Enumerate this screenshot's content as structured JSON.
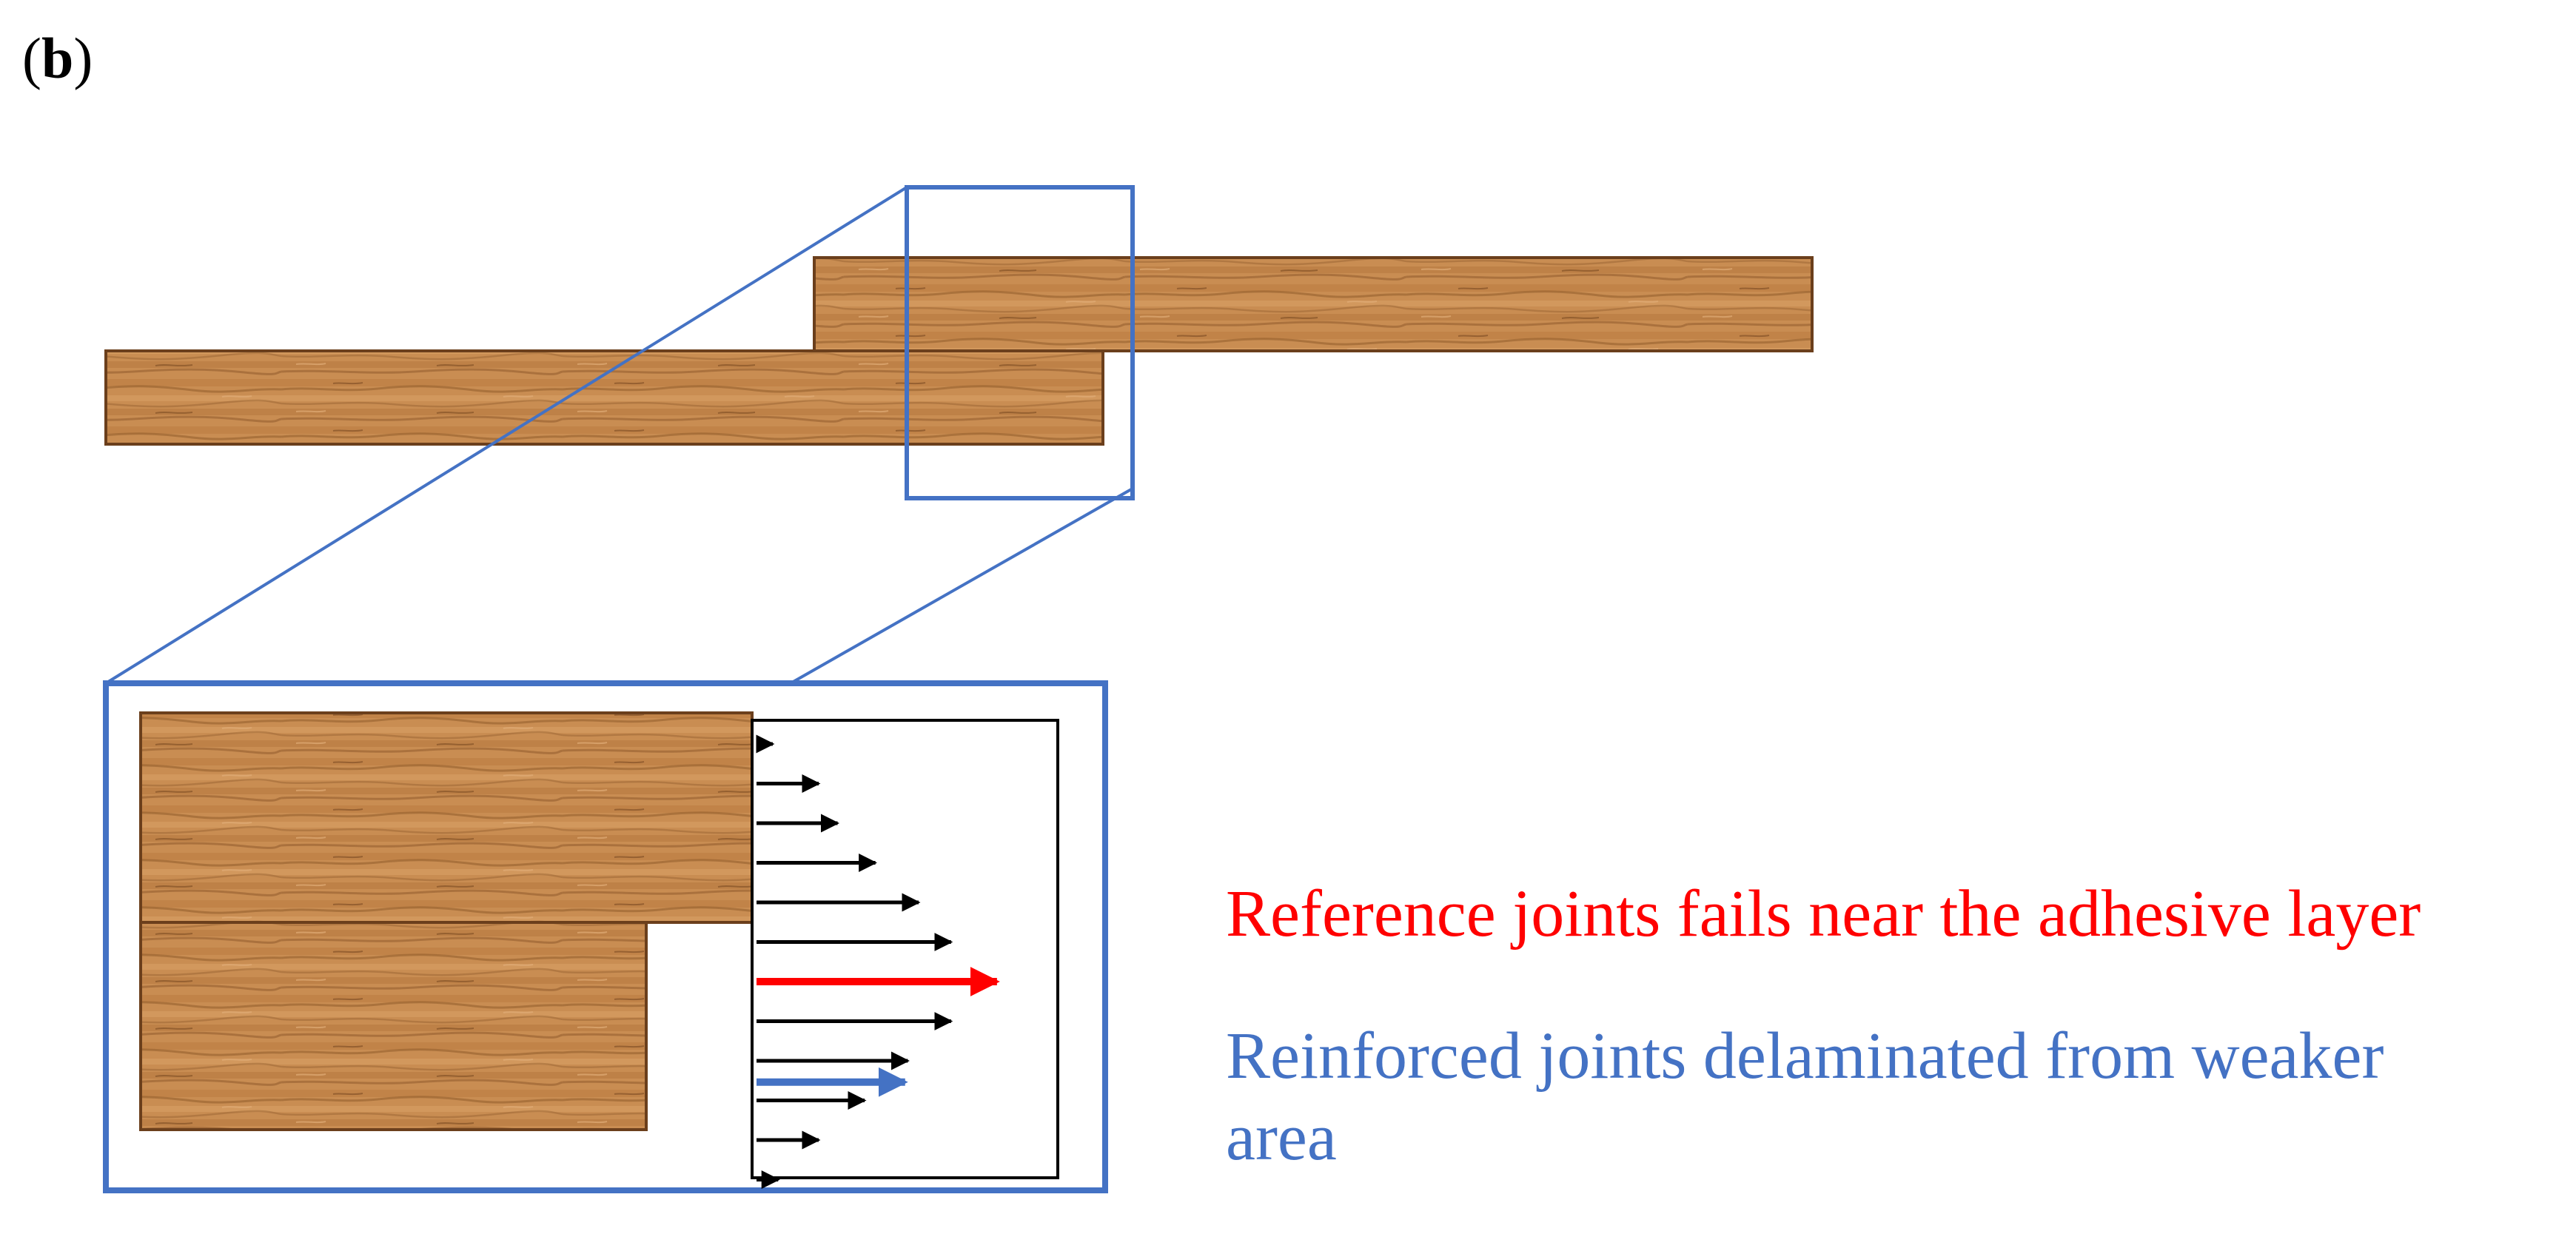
{
  "panel_label": {
    "open": "(",
    "letter": "b",
    "close": ")"
  },
  "annotations": {
    "reference": "Reference joints fails near the adhesive layer",
    "reinforced_line1": "Reinforced joints delaminated from weaker",
    "reinforced_line2": "area"
  },
  "colors": {
    "reference": "#ff0000",
    "reinforced": "#4472c4",
    "wood": "#c68a4f",
    "wood_dark": "#9c6330",
    "wood_outline": "#6b3f1c",
    "stress_arrow": "#000000",
    "zoom_frame": "#4472c4"
  },
  "stress_profile": {
    "arrow_relative_lengths": [
      0.06,
      0.23,
      0.3,
      0.44,
      0.6,
      0.72,
      0.89,
      0.72,
      0.56,
      0.4,
      0.23,
      0.08
    ],
    "reference_peak_index": 6,
    "reinforced_arrow_relative_length": 0.55
  }
}
